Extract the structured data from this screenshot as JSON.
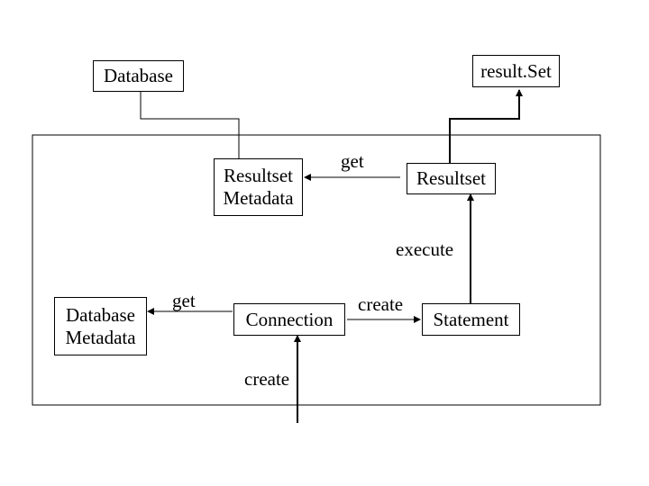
{
  "nodes": {
    "database": {
      "lines": [
        "Database"
      ]
    },
    "result_set_top": {
      "lines": [
        "result.Set"
      ]
    },
    "resultset_metadata": {
      "lines": [
        "Resultset",
        "Metadata"
      ]
    },
    "resultset": {
      "lines": [
        "Resultset"
      ]
    },
    "database_metadata": {
      "lines": [
        "Database",
        "Metadata"
      ]
    },
    "connection": {
      "lines": [
        "Connection"
      ]
    },
    "statement": {
      "lines": [
        "Statement"
      ]
    }
  },
  "edge_labels": {
    "get_resultset_metadata": "get",
    "execute": "execute",
    "get_database_metadata": "get",
    "create_statement": "create",
    "create_connection": "create"
  },
  "colors": {
    "line": "#000000",
    "background": "#ffffff"
  }
}
